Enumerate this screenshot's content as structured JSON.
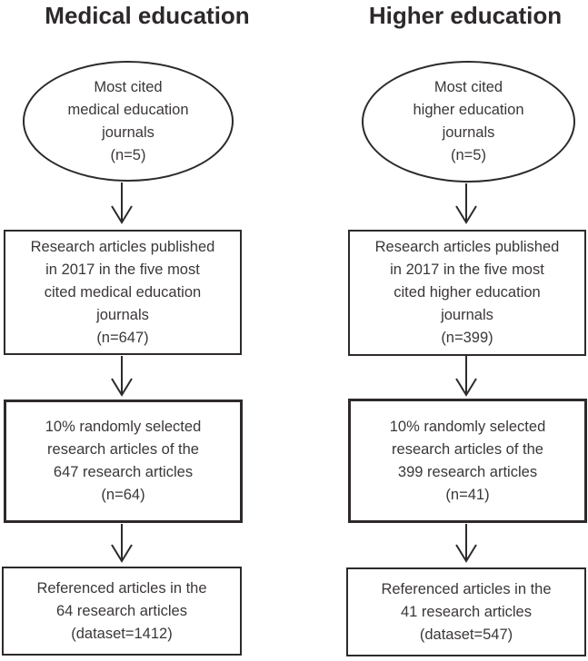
{
  "figure": {
    "colors": {
      "ink": "#2e2a2b",
      "text": "#3b3738",
      "background": "#ffffff"
    },
    "columns": [
      {
        "id": "medical-education",
        "title": "Medical education",
        "ellipse": {
          "lines": [
            "Most cited",
            "medical education",
            "journals",
            "(n=5)"
          ]
        },
        "boxes": [
          {
            "lines": [
              "Research articles published",
              "in 2017 in the five most",
              "cited medical education",
              "journals",
              "(n=647)"
            ]
          },
          {
            "lines": [
              "10% randomly selected",
              "research articles of the",
              "647 research articles",
              "(n=64)"
            ]
          },
          {
            "lines": [
              "Referenced articles in the",
              "64 research articles",
              "(dataset=1412)"
            ]
          }
        ]
      },
      {
        "id": "higher-education",
        "title": "Higher education",
        "ellipse": {
          "lines": [
            "Most cited",
            "higher education",
            "journals",
            "(n=5)"
          ]
        },
        "boxes": [
          {
            "lines": [
              "Research articles published",
              "in 2017 in the five most",
              "cited higher education",
              "journals",
              "(n=399)"
            ]
          },
          {
            "lines": [
              "10% randomly selected",
              "research articles of the",
              "399 research articles",
              "(n=41)"
            ]
          },
          {
            "lines": [
              "Referenced articles in the",
              "41 research articles",
              "(dataset=547)"
            ]
          }
        ]
      }
    ]
  }
}
